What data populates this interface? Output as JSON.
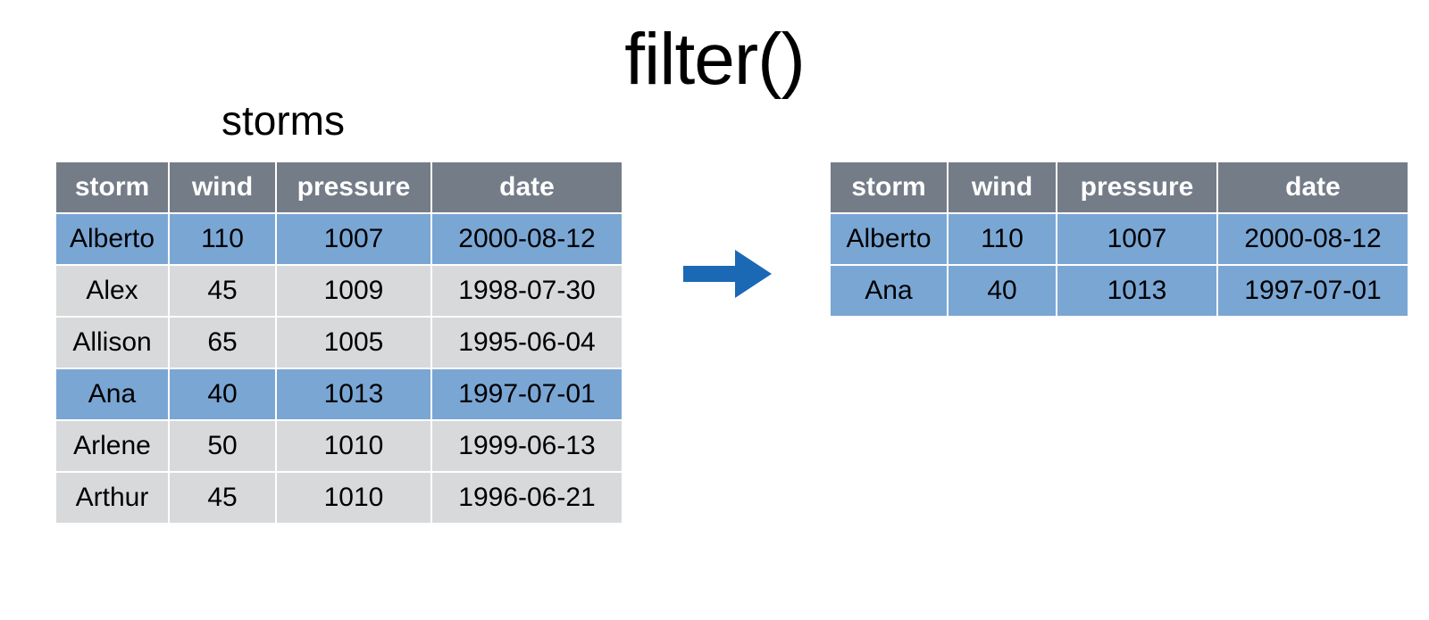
{
  "title": "filter()",
  "colors": {
    "header_bg": "#747c88",
    "header_text": "#ffffff",
    "highlight_row": "#7aa6d4",
    "normal_row": "#d8d9da",
    "body_text": "#000000",
    "title_text": "#000000",
    "arrow": "#1b69b5"
  },
  "left_table": {
    "label": "storms",
    "columns": [
      "storm",
      "wind",
      "pressure",
      "date"
    ],
    "rows": [
      {
        "cells": [
          "Alberto",
          "110",
          "1007",
          "2000-08-12"
        ],
        "highlighted": true
      },
      {
        "cells": [
          "Alex",
          "45",
          "1009",
          "1998-07-30"
        ],
        "highlighted": false
      },
      {
        "cells": [
          "Allison",
          "65",
          "1005",
          "1995-06-04"
        ],
        "highlighted": false
      },
      {
        "cells": [
          "Ana",
          "40",
          "1013",
          "1997-07-01"
        ],
        "highlighted": true
      },
      {
        "cells": [
          "Arlene",
          "50",
          "1010",
          "1999-06-13"
        ],
        "highlighted": false
      },
      {
        "cells": [
          "Arthur",
          "45",
          "1010",
          "1996-06-21"
        ],
        "highlighted": false
      }
    ]
  },
  "right_table": {
    "columns": [
      "storm",
      "wind",
      "pressure",
      "date"
    ],
    "rows": [
      {
        "cells": [
          "Alberto",
          "110",
          "1007",
          "2000-08-12"
        ],
        "highlighted": true
      },
      {
        "cells": [
          "Ana",
          "40",
          "1013",
          "1997-07-01"
        ],
        "highlighted": true
      }
    ]
  }
}
